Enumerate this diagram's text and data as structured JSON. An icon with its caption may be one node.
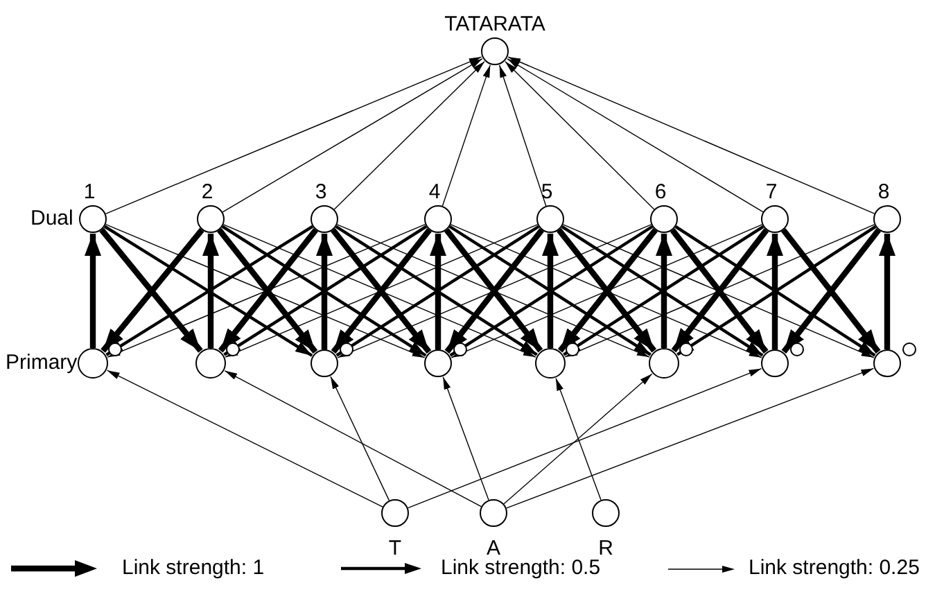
{
  "diagram": {
    "nodes": [
      {
        "text": [
          "TATARATA"
        ]
      },
      {
        "text": [
          "1"
        ]
      },
      {
        "text": [
          "2"
        ]
      },
      {
        "text": [
          "3"
        ]
      },
      {
        "text": [
          "4"
        ]
      },
      {
        "text": [
          "5"
        ]
      },
      {
        "text": [
          "6"
        ]
      },
      {
        "text": [
          "7"
        ]
      },
      {
        "text": [
          "8"
        ]
      },
      {
        "text": [],
        "shape": "circle"
      },
      {
        "text": [],
        "shape": "circle"
      },
      {
        "text": [],
        "shape": "circle"
      },
      {
        "text": [],
        "shape": "circle"
      },
      {
        "text": [],
        "shape": "circle"
      },
      {
        "text": [],
        "shape": "circle"
      },
      {
        "text": [],
        "shape": "circle"
      },
      {
        "text": [],
        "shape": "circle"
      },
      {
        "text": [],
        "shape": "circle"
      },
      {
        "text": [],
        "shape": "circle"
      },
      {
        "text": [],
        "shape": "circle"
      },
      {
        "text": [],
        "shape": "circle"
      },
      {
        "text": [],
        "shape": "circle"
      },
      {
        "text": [],
        "shape": "circle"
      },
      {
        "text": [],
        "shape": "circle"
      },
      {
        "text": [],
        "shape": "circle"
      },
      {
        "text": [
          "T"
        ]
      },
      {
        "text": [
          "A"
        ]
      },
      {
        "text": [
          "R"
        ]
      }
    ],
    "edges": [
      {
        "from": 1,
        "to": 0,
        "arrow": "to"
      },
      {
        "from": 2,
        "to": 0,
        "arrow": "to"
      },
      {
        "from": 3,
        "to": 0,
        "arrow": "to"
      },
      {
        "from": 4,
        "to": 0,
        "arrow": "to"
      },
      {
        "from": 5,
        "to": 0,
        "arrow": "to"
      },
      {
        "from": 6,
        "to": 0,
        "arrow": "to"
      },
      {
        "from": 7,
        "to": 0,
        "arrow": "to"
      },
      {
        "from": 8,
        "to": 0,
        "arrow": "to"
      },
      {
        "from": 9,
        "to": 1,
        "arrow": "to",
        "style": "thick"
      },
      {
        "from": 10,
        "to": 2,
        "arrow": "to",
        "style": "thick"
      },
      {
        "from": 11,
        "to": 3,
        "arrow": "to",
        "style": "thick"
      },
      {
        "from": 12,
        "to": 4,
        "arrow": "to",
        "style": "thick"
      },
      {
        "from": 13,
        "to": 5,
        "arrow": "to",
        "style": "thick"
      },
      {
        "from": 14,
        "to": 6,
        "arrow": "to",
        "style": "thick"
      },
      {
        "from": 15,
        "to": 7,
        "arrow": "to",
        "style": "thick"
      },
      {
        "from": 16,
        "to": 8,
        "arrow": "to",
        "style": "thick"
      },
      {
        "from": 1,
        "to": 10,
        "arrow": "to",
        "style": "thick"
      },
      {
        "from": 2,
        "to": 9,
        "arrow": "to",
        "style": "thick"
      },
      {
        "from": 2,
        "to": 11,
        "arrow": "to",
        "style": "thick"
      },
      {
        "from": 3,
        "to": 10,
        "arrow": "to",
        "style": "thick"
      },
      {
        "from": 3,
        "to": 12,
        "arrow": "to",
        "style": "thick"
      },
      {
        "from": 4,
        "to": 11,
        "arrow": "to",
        "style": "thick"
      },
      {
        "from": 4,
        "to": 13,
        "arrow": "to",
        "style": "thick"
      },
      {
        "from": 5,
        "to": 12,
        "arrow": "to",
        "style": "thick"
      },
      {
        "from": 5,
        "to": 14,
        "arrow": "to",
        "style": "thick"
      },
      {
        "from": 6,
        "to": 13,
        "arrow": "to",
        "style": "thick"
      },
      {
        "from": 6,
        "to": 15,
        "arrow": "to",
        "style": "thick"
      },
      {
        "from": 7,
        "to": 14,
        "arrow": "to",
        "style": "thick"
      },
      {
        "from": 7,
        "to": 16,
        "arrow": "to",
        "style": "thick"
      },
      {
        "from": 8,
        "to": 15,
        "arrow": "to",
        "style": "thick"
      },
      {
        "from": 1,
        "to": 11,
        "arrow": "to"
      },
      {
        "from": 2,
        "to": 12,
        "arrow": "to"
      },
      {
        "from": 3,
        "to": 13,
        "arrow": "to"
      },
      {
        "from": 4,
        "to": 14,
        "arrow": "to"
      },
      {
        "from": 5,
        "to": 15,
        "arrow": "to"
      },
      {
        "from": 6,
        "to": 16,
        "arrow": "to"
      },
      {
        "from": 3,
        "to": 9,
        "arrow": "to"
      },
      {
        "from": 4,
        "to": 10,
        "arrow": "to"
      },
      {
        "from": 5,
        "to": 11,
        "arrow": "to"
      },
      {
        "from": 6,
        "to": 12,
        "arrow": "to"
      },
      {
        "from": 7,
        "to": 13,
        "arrow": "to"
      },
      {
        "from": 8,
        "to": 14,
        "arrow": "to"
      },
      {
        "from": 1,
        "to": 12,
        "arrow": "to"
      },
      {
        "from": 2,
        "to": 13,
        "arrow": "to"
      },
      {
        "from": 3,
        "to": 14,
        "arrow": "to"
      },
      {
        "from": 4,
        "to": 15,
        "arrow": "to"
      },
      {
        "from": 5,
        "to": 16,
        "arrow": "to"
      },
      {
        "from": 4,
        "to": 9,
        "arrow": "to"
      },
      {
        "from": 5,
        "to": 10,
        "arrow": "to"
      },
      {
        "from": 6,
        "to": 11,
        "arrow": "to"
      },
      {
        "from": 7,
        "to": 12,
        "arrow": "to"
      },
      {
        "from": 8,
        "to": 13,
        "arrow": "to"
      },
      {
        "from": 25,
        "to": 9,
        "arrow": "to"
      },
      {
        "from": 25,
        "to": 11,
        "arrow": "to"
      },
      {
        "from": 25,
        "to": 15,
        "arrow": "to"
      },
      {
        "from": 26,
        "to": 10,
        "arrow": "to"
      },
      {
        "from": 26,
        "to": 12,
        "arrow": "to"
      },
      {
        "from": 26,
        "to": 14,
        "arrow": "to"
      },
      {
        "from": 26,
        "to": 16,
        "arrow": "to"
      },
      {
        "from": 27,
        "to": 13,
        "arrow": "to"
      }
    ],
    "labels": [
      "Dual",
      "Primary"
    ],
    "legend": [
      {
        "text": "Link strength: 1"
      },
      {
        "text": "Link strength: 0.5"
      },
      {
        "text": "Link strength: 0.25"
      }
    ]
  }
}
